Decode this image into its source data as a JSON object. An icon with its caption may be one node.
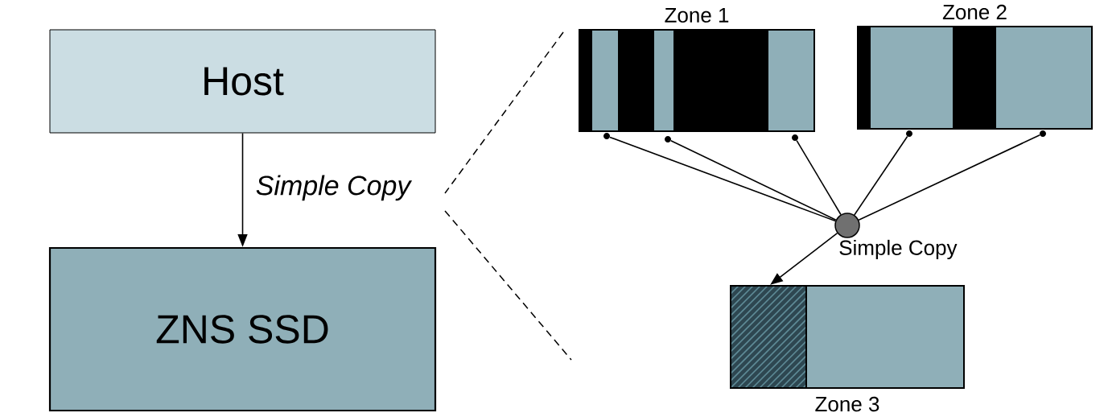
{
  "diagram": {
    "nodes": [
      {
        "text": [
          "Host"
        ]
      },
      {
        "text": [
          "ZNS SSD"
        ]
      },
      {
        "text": [
          "Zone 1"
        ]
      },
      {
        "text": [
          "Zone 2"
        ]
      },
      {
        "text": [],
        "shape": "circle"
      },
      {
        "text": [],
        "shape": "circle"
      },
      {
        "text": [],
        "shape": "circle"
      },
      {
        "text": [],
        "shape": "circle"
      },
      {
        "text": [],
        "shape": "circle"
      },
      {
        "text": [],
        "shape": "circle",
        "beside": [
          "Simple Copy"
        ]
      },
      {
        "text": [
          "Zone 3"
        ]
      }
    ],
    "edges": [
      {
        "from": 0,
        "to": 1,
        "arrow": "to",
        "label": "Simple Copy"
      },
      {
        "from": 4,
        "to": 9,
        "arrow": "none"
      },
      {
        "from": 5,
        "to": 9,
        "arrow": "none"
      },
      {
        "from": 6,
        "to": 9,
        "arrow": "none"
      },
      {
        "from": 7,
        "to": 9,
        "arrow": "none"
      },
      {
        "from": 8,
        "to": 9,
        "arrow": "none"
      },
      {
        "from": 9,
        "to": 10,
        "arrow": "to"
      }
    ]
  }
}
